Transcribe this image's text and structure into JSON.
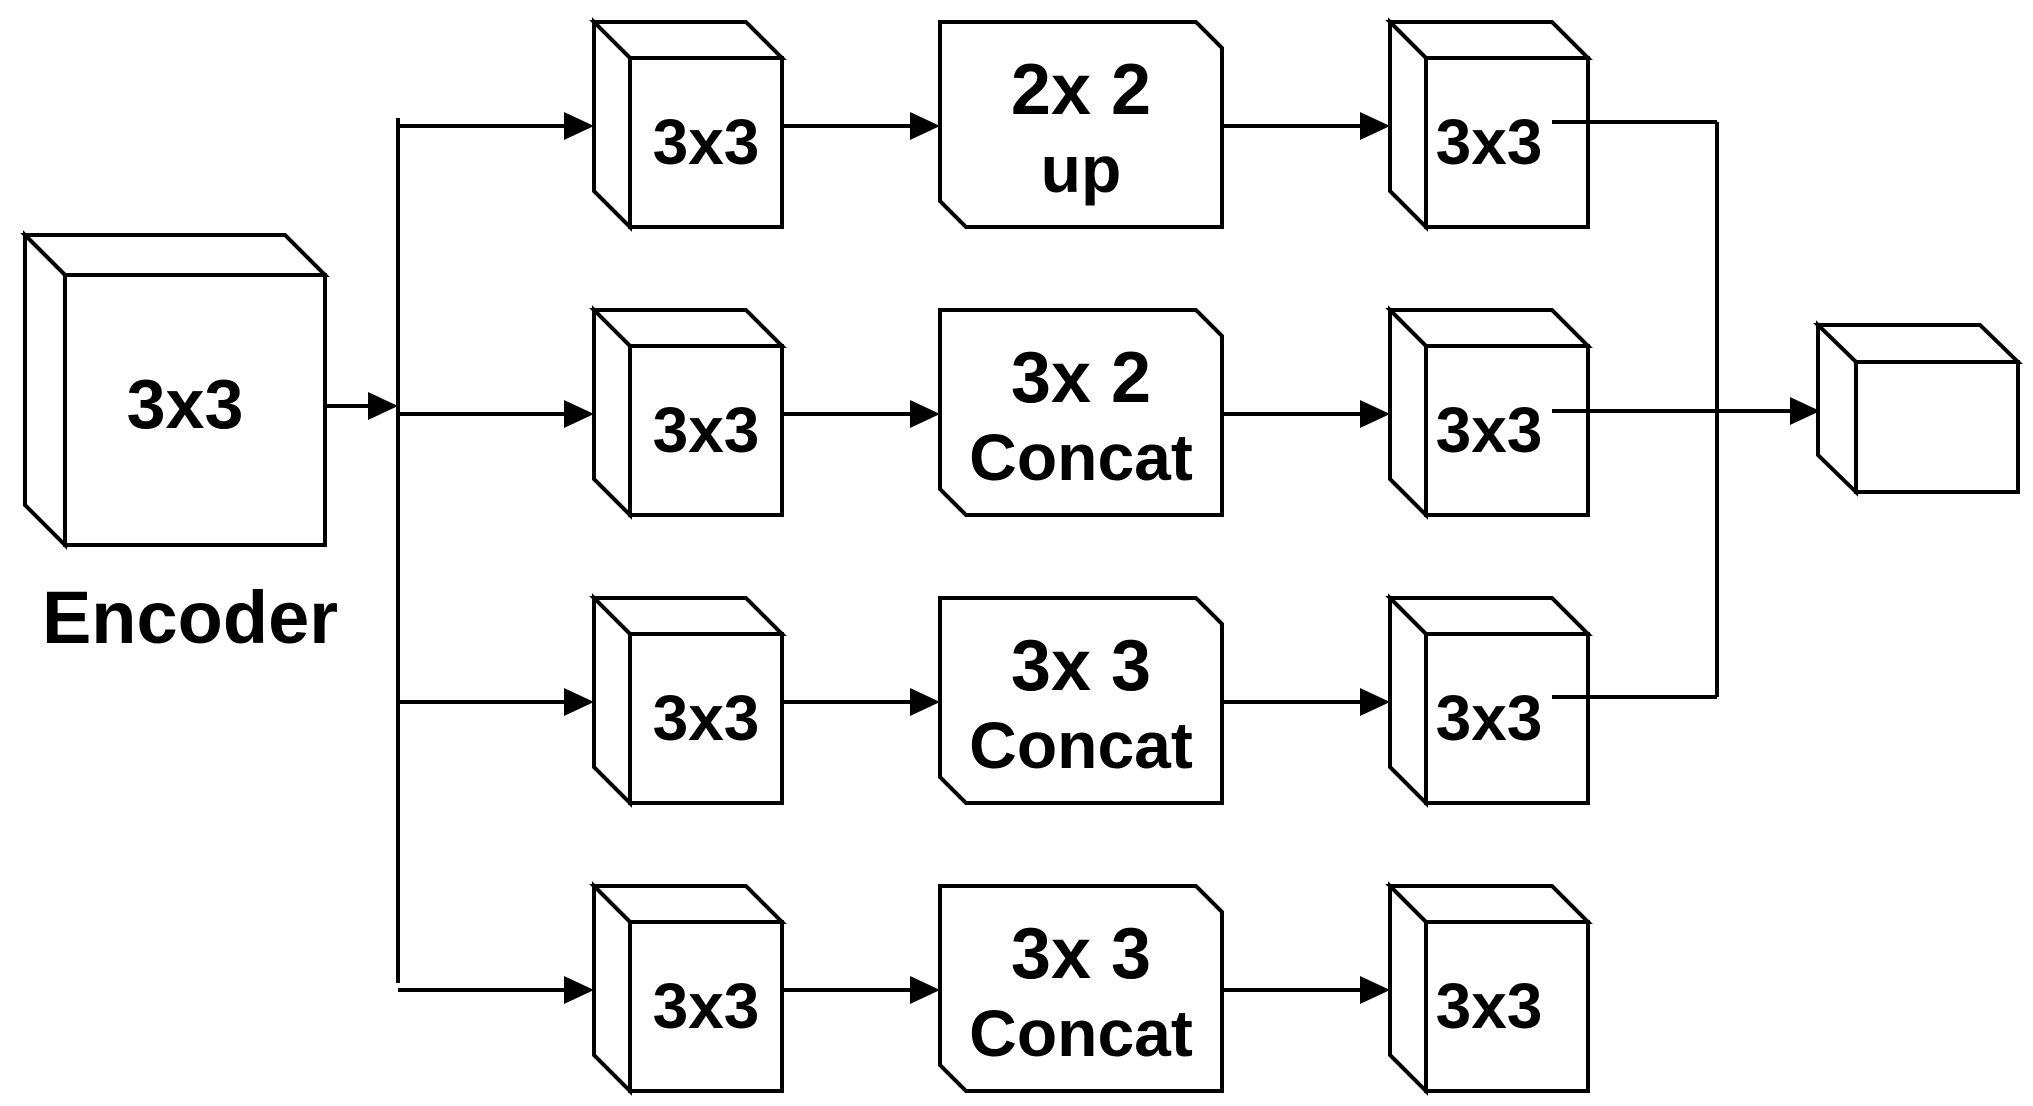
{
  "encoder": {
    "block_label": "3x3",
    "caption": "Encoder"
  },
  "branches": [
    {
      "conv_in": "3x3",
      "op_line1": "2x 2",
      "op_line2": "up",
      "conv_out": "3x3"
    },
    {
      "conv_in": "3x3",
      "op_line1": "3x 2",
      "op_line2": "Concat",
      "conv_out": "3x3"
    },
    {
      "conv_in": "3x3",
      "op_line1": "3x 3",
      "op_line2": "Concat",
      "conv_out": "3x3"
    },
    {
      "conv_in": "3x3",
      "op_line1": "3x 3",
      "op_line2": "Concat",
      "conv_out": "3x3"
    }
  ],
  "output_block_label": "",
  "colors": {
    "stroke": "#000000",
    "fill": "#ffffff"
  }
}
